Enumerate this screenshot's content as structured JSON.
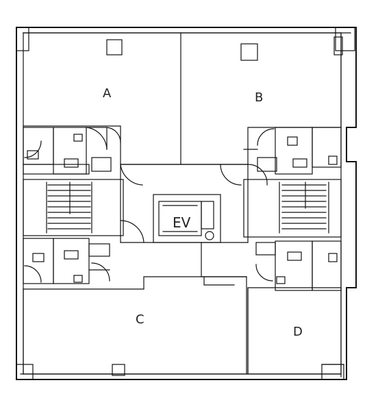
{
  "units": [
    {
      "id": "A",
      "label": "A"
    },
    {
      "id": "B",
      "label": "B"
    },
    {
      "id": "C",
      "label": "C"
    },
    {
      "id": "D",
      "label": "D"
    }
  ],
  "elevator": {
    "label": "EV"
  },
  "colors": {
    "line": "#111111",
    "background": "#ffffff"
  }
}
